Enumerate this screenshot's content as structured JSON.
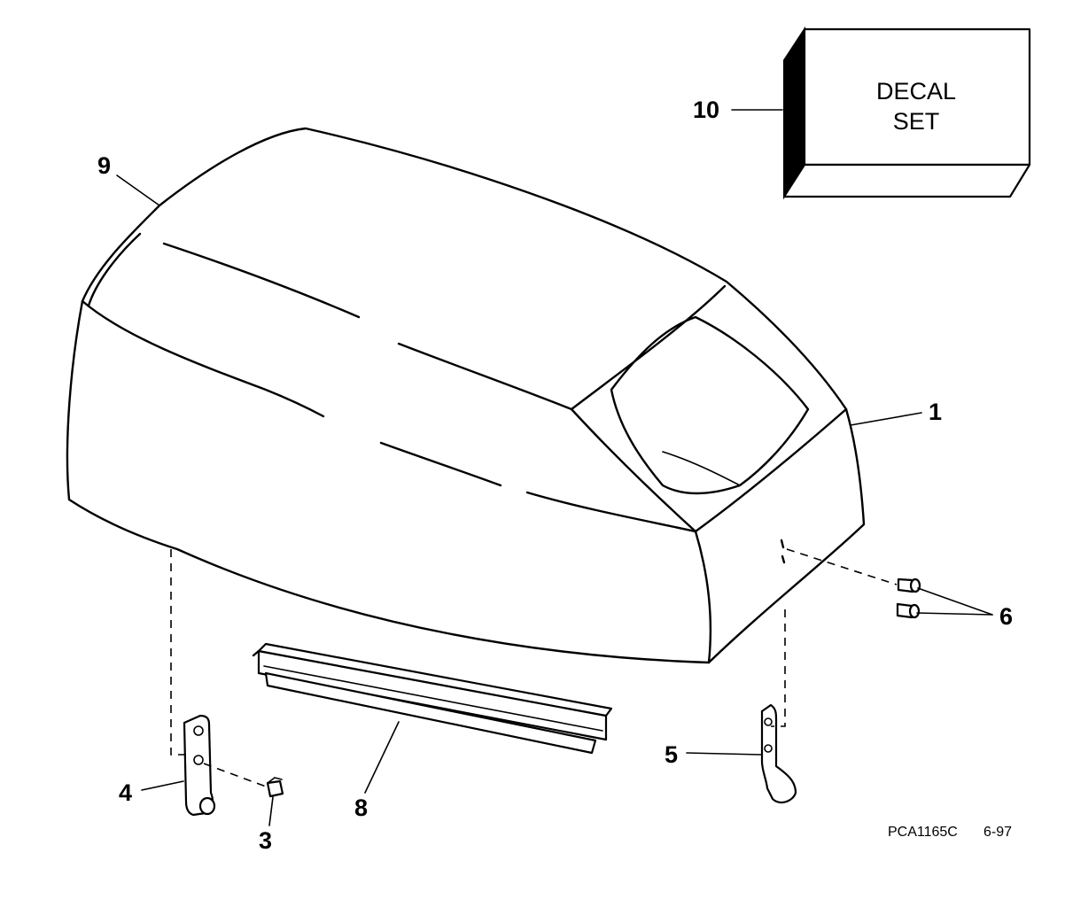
{
  "callouts": {
    "c1": "1",
    "c3": "3",
    "c4": "4",
    "c5": "5",
    "c6": "6",
    "c8": "8",
    "c9": "9",
    "c10": "10"
  },
  "decal_box": {
    "line1": "DECAL",
    "line2": "SET"
  },
  "footer": {
    "code": "PCA1165C",
    "date": "6-97"
  }
}
